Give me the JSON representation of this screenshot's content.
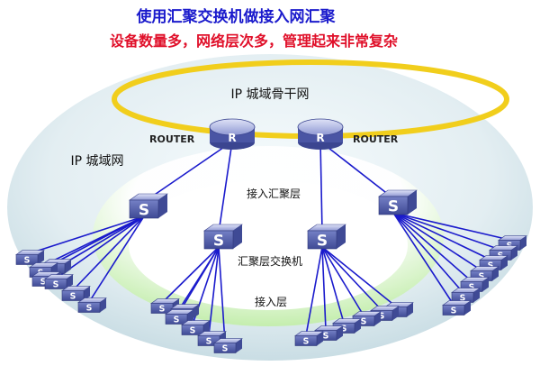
{
  "header": {
    "title": "使用汇聚交换机做接入网汇聚",
    "subtitle": "设备数量多，网络层次多，管理起来非常复杂",
    "title_color": "#1a1acc",
    "subtitle_color": "#e0102a"
  },
  "labels": {
    "backbone": "IP 城域骨干网",
    "metro": "IP 城域网",
    "router_left": "ROUTER",
    "router_right": "ROUTER",
    "access_agg_layer": "接入汇聚层",
    "agg_switch": "汇聚层交换机",
    "access_layer": "接入层"
  },
  "icons": {
    "router_letter": "R",
    "switch_letter": "S"
  },
  "colors": {
    "ring": "#f1ce1c",
    "link": "#1a1acc",
    "device": "#5b67b6",
    "metro_fill": "#dbe9ee",
    "access_band": "#c9f2b5"
  }
}
